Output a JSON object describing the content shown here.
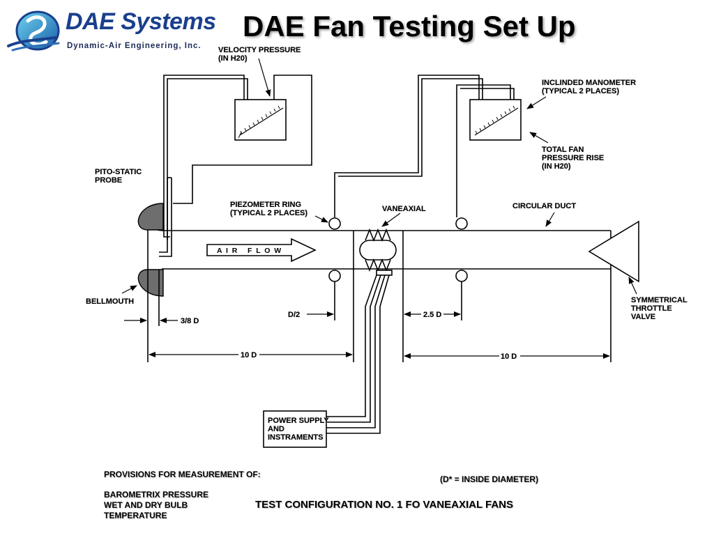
{
  "logo": {
    "brand": "DAE Systems",
    "tagline": "Dynamic-Air Engineering, Inc.",
    "color": "#1a3f8c"
  },
  "title": "DAE Fan Testing Set Up",
  "labels": {
    "velocity_pressure": [
      "VELOCITY PRESSURE",
      "(IN H20)"
    ],
    "inclined_manometer": [
      "INCLINDED MANOMETER",
      "(TYPICAL 2 PLACES)"
    ],
    "total_fan_pressure": [
      "TOTAL FAN",
      "PRESSURE RISE",
      "(IN H20)"
    ],
    "pito_static": [
      "PITO-STATIC",
      "PROBE"
    ],
    "piezometer_ring": [
      "PIEZOMETER RING",
      "(TYPICAL 2 PLACES)"
    ],
    "vaneaxial": "VANEAXIAL",
    "circular_duct": "CIRCULAR DUCT",
    "bellmouth": "BELLMOUTH",
    "symmetrical_throttle": [
      "SYMMETRICAL",
      "THROTTLE",
      "VALVE"
    ],
    "air_flow": "A  I  R     F  L  O  W",
    "power_supply": [
      "POWER SUPPLY",
      "AND",
      "INSTRAMENTS"
    ]
  },
  "dimensions": {
    "three_eighths_d": "3/8 D",
    "d_half": "D/2",
    "two_five_d": "2.5 D",
    "ten_d_left": "10 D",
    "ten_d_right": "10 D"
  },
  "footer": {
    "provisions_heading": "PROVISIONS FOR MEASUREMENT OF:",
    "provisions_items": [
      "BAROMETRIX PRESSURE",
      "WET AND DRY BULB",
      "TEMPERATURE"
    ],
    "inside_diameter_note": "(D* = INSIDE DIAMETER)",
    "test_configuration": "TEST CONFIGURATION NO. 1 FO VANEAXIAL FANS"
  }
}
